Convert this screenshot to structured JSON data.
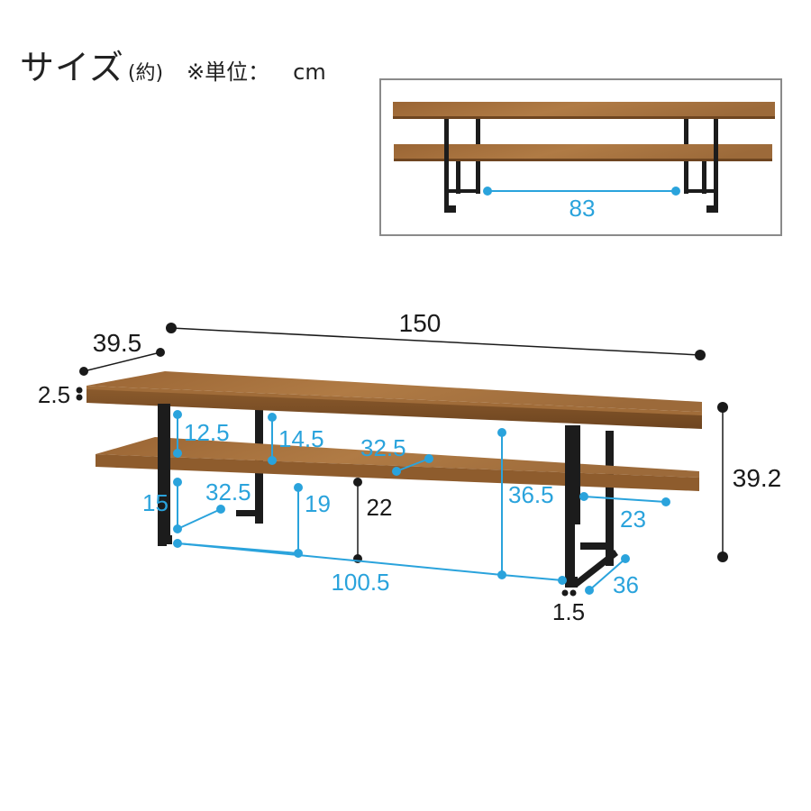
{
  "header": {
    "title": "サイズ",
    "approx": "(約)",
    "unit_prefix": "※単位：",
    "unit": "cm"
  },
  "inset": {
    "inner_leg_span": "83"
  },
  "dimensions": {
    "width": "150",
    "depth": "39.5",
    "top_thickness": "2.5",
    "height": "39.2",
    "shelf_gap_left": "12.5",
    "shelf_gap_mid": "14.5",
    "shelf_depth_mid": "32.5",
    "lower_clear_left": "15",
    "shelf_depth_left": "32.5",
    "lower_clear_mid": "19",
    "shelf_height": "22",
    "inner_height_right": "36.5",
    "shelf_depth_right": "23",
    "inner_width": "100.5",
    "leg_depth": "36",
    "leg_thickness": "1.5"
  },
  "colors": {
    "wood": "#a9743f",
    "wood_dark": "#7d5127",
    "metal": "#1c1c1c",
    "accent_blue": "#2aa3dc",
    "frame": "#8a8a8a"
  }
}
